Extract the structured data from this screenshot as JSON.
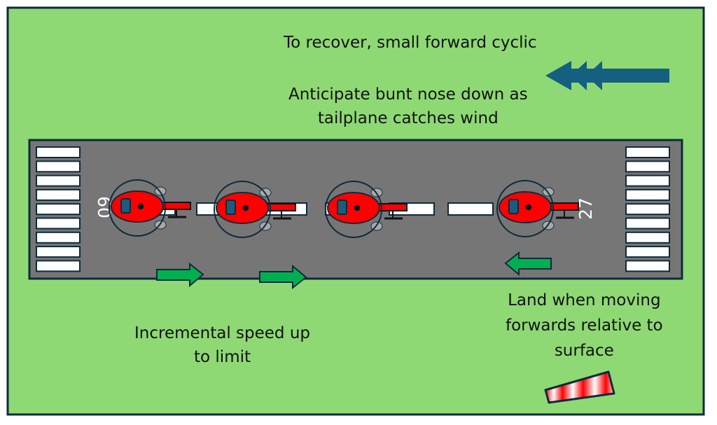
{
  "title": "Helicopter downwind hover-taxi diagram",
  "labels": {
    "recover": "To recover, small forward cyclic",
    "anticipate_line1": "Anticipate bunt nose down as",
    "anticipate_line2": "tailplane catches wind",
    "incremental_line1": "Incremental speed up",
    "incremental_line2": "to limit",
    "land_line1": "Land when moving",
    "land_line2": "forwards relative to",
    "land_line3": "surface"
  },
  "runway": {
    "designator_left": "09",
    "designator_right": "27",
    "threshold_bars_per_end": 9,
    "centerline_dashes": 5
  },
  "helicopters": [
    {
      "id": "heli-1",
      "heading": "west"
    },
    {
      "id": "heli-2",
      "heading": "west"
    },
    {
      "id": "heli-3",
      "heading": "west"
    },
    {
      "id": "heli-4",
      "heading": "west"
    }
  ],
  "motion_arrows": [
    {
      "id": "arrow-forward-1",
      "direction": "right"
    },
    {
      "id": "arrow-forward-2",
      "direction": "right"
    },
    {
      "id": "arrow-back-1",
      "direction": "left"
    }
  ],
  "wind_arrow": {
    "direction": "left",
    "chevrons": 3
  },
  "windsock": {
    "present": true
  },
  "colors": {
    "grass": "#8ed974",
    "runway": "#767676",
    "outline": "#0e2a3c",
    "helicopter_body": "#ff0000",
    "canopy": "#1e5a7a",
    "motion_arrow": "#00b050",
    "wind_arrow": "#155f80",
    "marking": "#ffffff"
  }
}
